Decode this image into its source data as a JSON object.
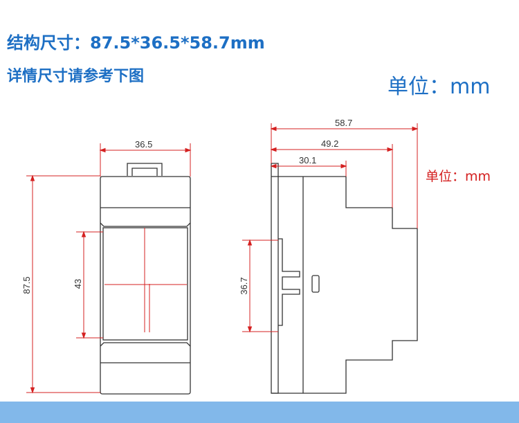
{
  "header": {
    "structure_size": "结构尺寸：87.5*36.5*58.7mm",
    "detail_note": "详情尺寸请参考下图",
    "unit_label": "单位：mm"
  },
  "front_view": {
    "width_dim": "36.5",
    "height_dim": "87.5",
    "window_dim": "43"
  },
  "side_view": {
    "depth_dim": "58.7",
    "middle_dim": "49.2",
    "inner_dim": "30.1",
    "rail_dim": "36.7",
    "unit_label": "单位：mm"
  },
  "colors": {
    "heading": "#1d6fc4",
    "dimension_line": "#d42020",
    "outline": "#333333",
    "bottom_bar": "#82b8ea"
  }
}
